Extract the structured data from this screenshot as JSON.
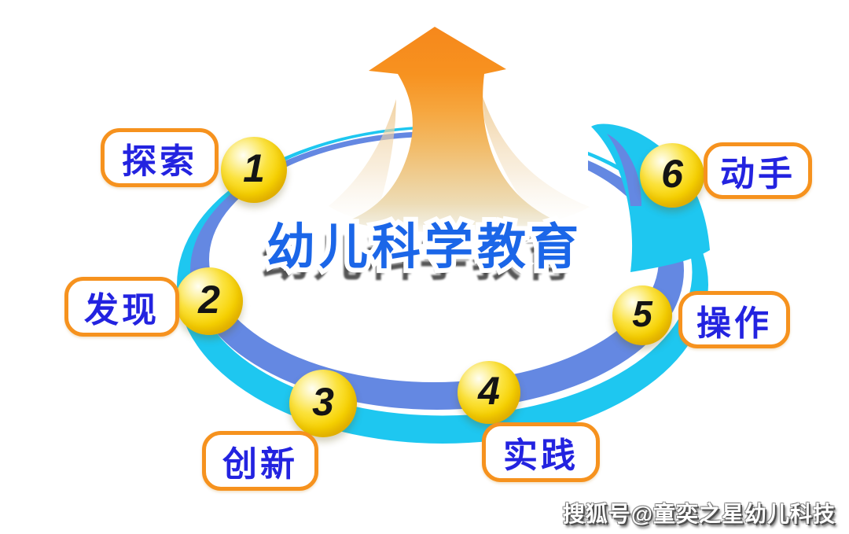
{
  "diagram": {
    "title": "幼儿科学教育",
    "watermark": "搜狐号@童奕之星幼儿科技",
    "steps": [
      {
        "number": "1",
        "label": "探索"
      },
      {
        "number": "2",
        "label": "发现"
      },
      {
        "number": "3",
        "label": "创新"
      },
      {
        "number": "4",
        "label": "实践"
      },
      {
        "number": "5",
        "label": "操作"
      },
      {
        "number": "6",
        "label": "动手"
      }
    ],
    "icons": {
      "center": "up-arrow-icon",
      "cycle": "ellipse-swoosh"
    },
    "colors": {
      "title_blue": "#1B66E8",
      "label_text_blue": "#2323E0",
      "label_border_orange": "#F6921E",
      "ring_cornflower": "#6488E2",
      "ring_cyan": "#1EC7F0",
      "ring_divider_white": "#FFFFFF",
      "ball_yellow": "#F7D200",
      "ball_number_black": "#141414",
      "arrow_orange": "#F7941D",
      "arrow_tan": "#EDDCB6",
      "background": "#FFFFFF"
    }
  }
}
